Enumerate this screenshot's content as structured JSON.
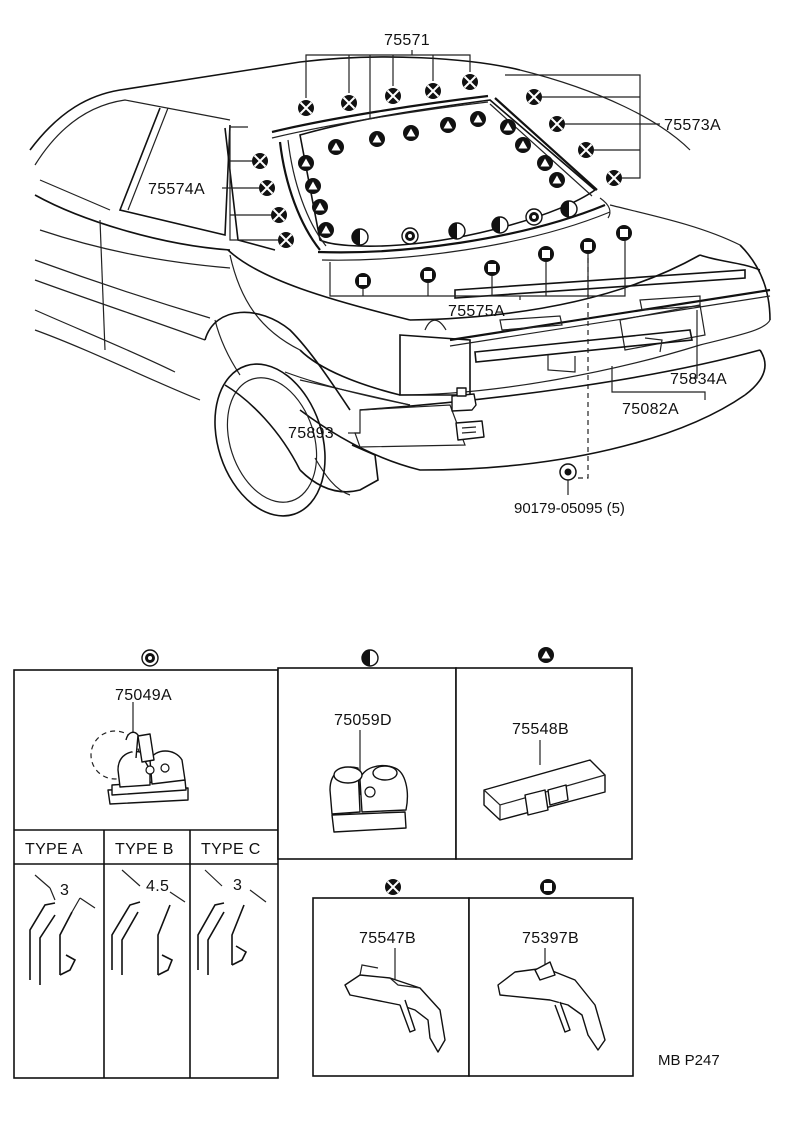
{
  "labels": {
    "p75571": "75571",
    "p75573A": "75573A",
    "p75574A": "75574A",
    "p75575A": "75575A",
    "p75834A": "75834A",
    "p75082A": "75082A",
    "p75893": "75893",
    "p90179": "90179-05095 (5)"
  },
  "legend_parts": {
    "clip_bullseye": "75049A",
    "clip_halfcircle": "75059D",
    "clip_triangle": "75548B",
    "clip_cross": "75547B",
    "clip_square": "75397B"
  },
  "types": [
    {
      "name": "TYPE A",
      "dim": "3"
    },
    {
      "name": "TYPE B",
      "dim": "4.5"
    },
    {
      "name": "TYPE C",
      "dim": "3"
    }
  ],
  "page_ref": "MB P247",
  "icons": [
    "bullseye-symbol-icon",
    "half-circle-symbol-icon",
    "triangle-symbol-icon",
    "cross-circle-symbol-icon",
    "square-symbol-icon"
  ]
}
